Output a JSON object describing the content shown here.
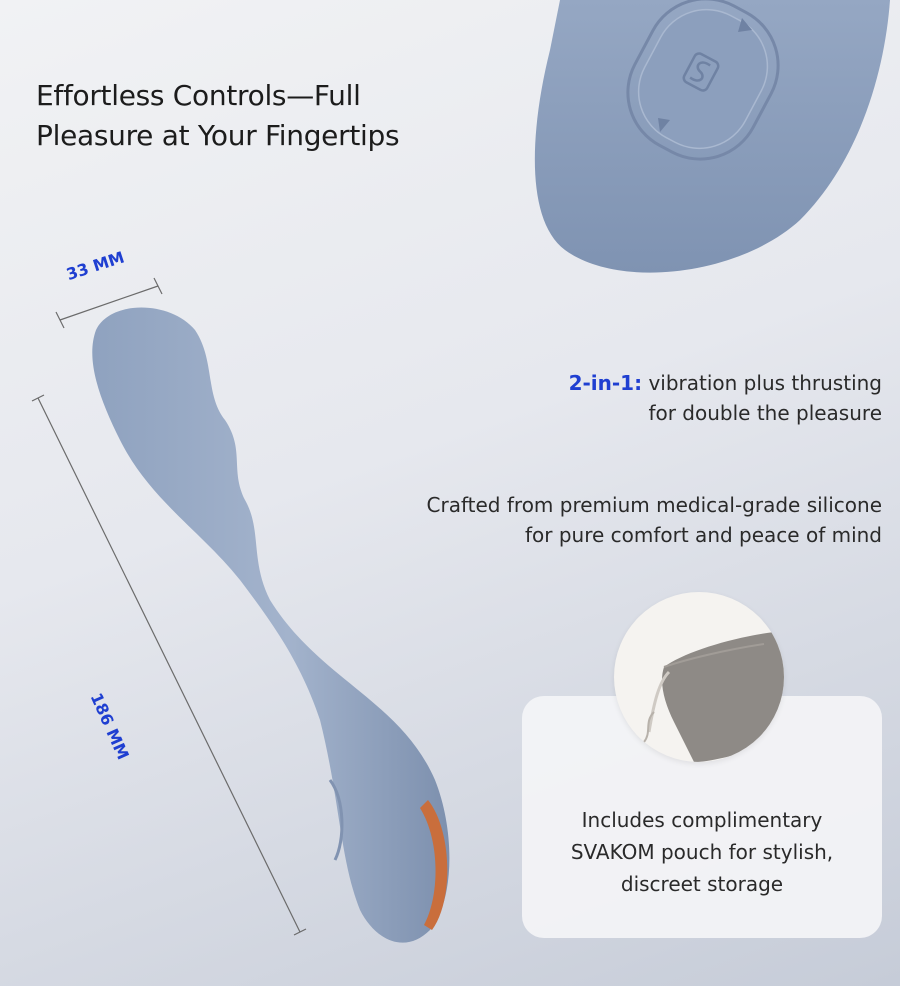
{
  "headline": {
    "line1": "Effortless Controls—Full",
    "line2": "Pleasure at Your Fingertips"
  },
  "dimensions": {
    "width_label": "33 MM",
    "length_label": "186 MM",
    "accent_color": "#1f3fd1"
  },
  "features": [
    {
      "accent": "2-in-1:",
      "line1": " vibration plus thrusting",
      "line2": "for double the pleasure"
    },
    {
      "line1": "Crafted from premium medical-grade silicone",
      "line2": "for pure comfort and peace of mind"
    }
  ],
  "pouch": {
    "line1": "Includes complimentary",
    "line2": "SVAKOM pouch for stylish,",
    "line3": "discreet storage"
  },
  "product": {
    "body_color": "#9aabc6",
    "base_color": "#c96e3c"
  },
  "icons": {
    "control_up": "triangle-up-icon",
    "control_mode": "s-mode-icon",
    "control_down": "triangle-down-icon"
  }
}
